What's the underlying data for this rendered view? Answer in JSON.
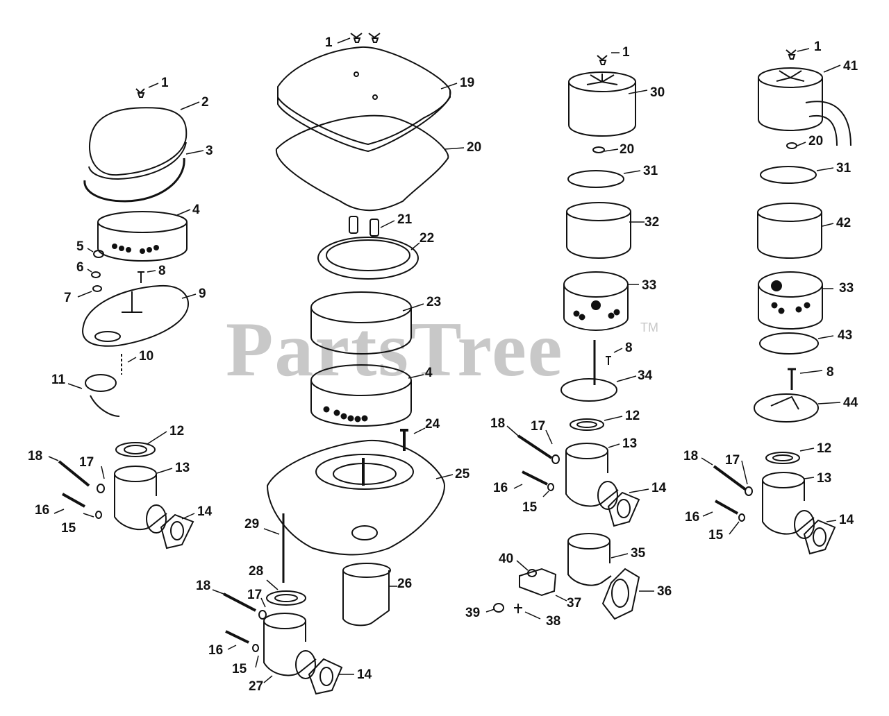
{
  "watermark": {
    "text": "PartsTree",
    "trademark": "TM",
    "color": "#c8c8c8"
  },
  "callouts": {
    "a1": "1",
    "a2": "2",
    "a3": "3",
    "a4": "4",
    "a5": "5",
    "a6": "6",
    "a7": "7",
    "a8": "8",
    "a9": "9",
    "a10": "10",
    "a11": "11",
    "a12": "12",
    "a13": "13",
    "a14": "14",
    "a15": "15",
    "a16": "16",
    "a17": "17",
    "a18": "18",
    "b1": "1",
    "b19": "19",
    "b20": "20",
    "b21": "21",
    "b22": "22",
    "b23": "23",
    "b4": "4",
    "b24": "24",
    "b25": "25",
    "b26": "26",
    "b29": "29",
    "b28": "28",
    "b18": "18",
    "b17": "17",
    "b16": "16",
    "b15": "15",
    "b27": "27",
    "b14": "14",
    "c1": "1",
    "c30": "30",
    "c20": "20",
    "c31": "31",
    "c32": "32",
    "c33": "33",
    "c8": "8",
    "c34": "34",
    "c12": "12",
    "c13": "13",
    "c18": "18",
    "c17": "17",
    "c16": "16",
    "c15": "15",
    "c14": "14",
    "c40": "40",
    "c35": "35",
    "c36": "36",
    "c37": "37",
    "c39": "39",
    "c38": "38",
    "d1": "1",
    "d41": "41",
    "d20": "20",
    "d31": "31",
    "d42": "42",
    "d33": "33",
    "d43": "43",
    "d8": "8",
    "d44": "44",
    "d12": "12",
    "d13": "13",
    "d18": "18",
    "d17": "17",
    "d16": "16",
    "d15": "15",
    "d14": "14"
  }
}
